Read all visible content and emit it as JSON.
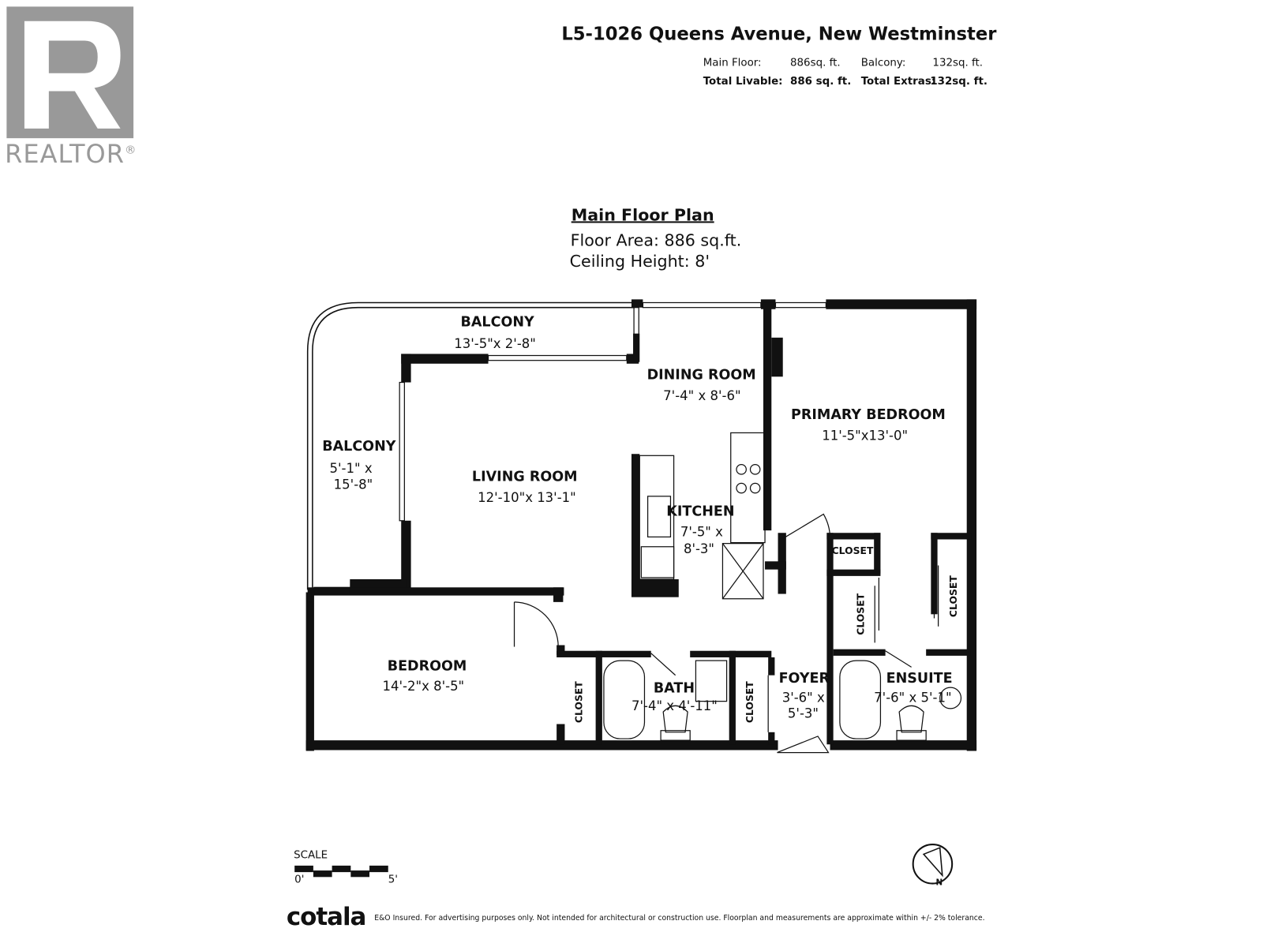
{
  "logo": {
    "text": "REALTOR",
    "mark": "®"
  },
  "header": {
    "address": "L5-1026 Queens Avenue, New Westminster",
    "main_floor_label": "Main Floor:",
    "main_floor_value": "886sq. ft.",
    "balcony_label": "Balcony:",
    "balcony_value": "132sq. ft.",
    "total_livable_label": "Total Livable:",
    "total_livable_value": "886 sq. ft.",
    "total_extras_label": "Total Extras:",
    "total_extras_value": "132sq. ft."
  },
  "plan": {
    "title": "Main Floor Plan",
    "floor_area": "Floor Area: 886 sq.ft.",
    "ceiling_height": "Ceiling Height: 8'"
  },
  "rooms": {
    "balcony_top": {
      "name": "BALCONY",
      "dim": "13'-5\"x 2'-8\""
    },
    "balcony_left": {
      "name": "BALCONY",
      "dim1": "5'-1\" x",
      "dim2": "15'-8\""
    },
    "dining": {
      "name": "DINING ROOM",
      "dim": "7'-4\" x 8'-6\""
    },
    "primary": {
      "name": "PRIMARY BEDROOM",
      "dim": "11'-5\"x13'-0\""
    },
    "living": {
      "name": "LIVING ROOM",
      "dim": "12'-10\"x 13'-1\""
    },
    "kitchen": {
      "name": "KITCHEN",
      "dim1": "7'-5\" x",
      "dim2": "8'-3\""
    },
    "bedroom": {
      "name": "BEDROOM",
      "dim": "14'-2\"x 8'-5\""
    },
    "bath": {
      "name": "BATH",
      "dim": "7'-4\" x 4'-11\""
    },
    "foyer": {
      "name": "FOYER",
      "dim1": "3'-6\" x",
      "dim2": "5'-3\""
    },
    "ensuite": {
      "name": "ENSUITE",
      "dim": "7'-6\" x 5'-1\""
    },
    "closet": "CLOSET"
  },
  "scale": {
    "label": "SCALE",
    "start": "0'",
    "end": "5'"
  },
  "compass": {
    "north": "N"
  },
  "footer": {
    "brand": "cotala",
    "disclaimer": "E&O Insured. For advertising purposes only. Not intended for architectural or construction use. Floorplan and measurements are approximate within +/- 2% tolerance."
  }
}
